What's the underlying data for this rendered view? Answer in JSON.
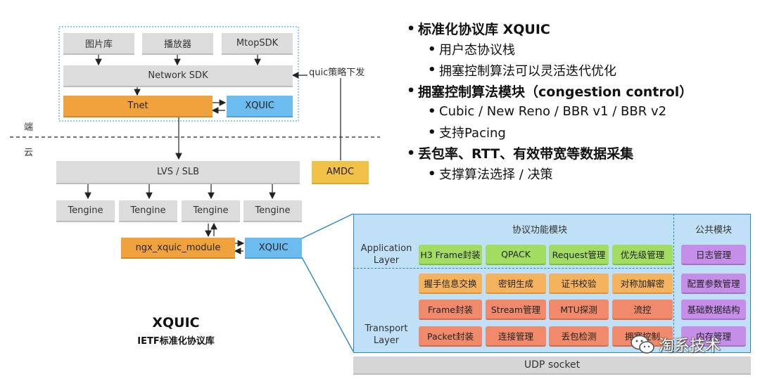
{
  "left": {
    "client_boxes": [
      "图片库",
      "播放器",
      "MtopSDK"
    ],
    "network_sdk": "Network SDK",
    "tnet": "Tnet",
    "xquic_client": "XQUIC",
    "policy_label": "quic策略下发",
    "side_client": "端",
    "side_cloud": "云",
    "lvs": "LVS / SLB",
    "amdc": "AMDC",
    "tengines": [
      "Tengine",
      "Tengine",
      "Tengine",
      "Tengine"
    ],
    "ngx_module": "ngx_xquic_module",
    "xquic_server": "XQUIC",
    "title": "XQUIC",
    "subtitle": "IETF标准化协议库"
  },
  "bullets": [
    {
      "text": "标准化协议库 XQUIC",
      "sub": [
        "用户态协议栈",
        "拥塞控制算法可以灵活迭代优化"
      ]
    },
    {
      "text": "拥塞控制算法模块（congestion control）",
      "sub": [
        "Cubic / New Reno / BBR v1 / BBR v2",
        "支持Pacing"
      ]
    },
    {
      "text": "丢包率、RTT、有效带宽等数据采集",
      "sub": [
        "支撑算法选择 / 决策"
      ]
    }
  ],
  "panel": {
    "func_header": "协议功能模块",
    "common_header": "公共模块",
    "app_layer": "Application Layer",
    "transport_layer": "Transport Layer",
    "app_row": [
      "H3 Frame封装",
      "QPACK",
      "Request管理",
      "优先级管理"
    ],
    "transport_rows": [
      [
        "握手信息交换",
        "密钥生成",
        "证书校验",
        "对称加解密"
      ],
      [
        "Frame封装",
        "Stream管理",
        "MTU探测",
        "流控"
      ],
      [
        "Packet封装",
        "连接管理",
        "丢包检测",
        "拥塞控制"
      ]
    ],
    "common": [
      "日志管理",
      "配置参数管理",
      "基础数据结构",
      "内存管理"
    ],
    "udp": "UDP socket"
  },
  "watermark": "淘系技术"
}
